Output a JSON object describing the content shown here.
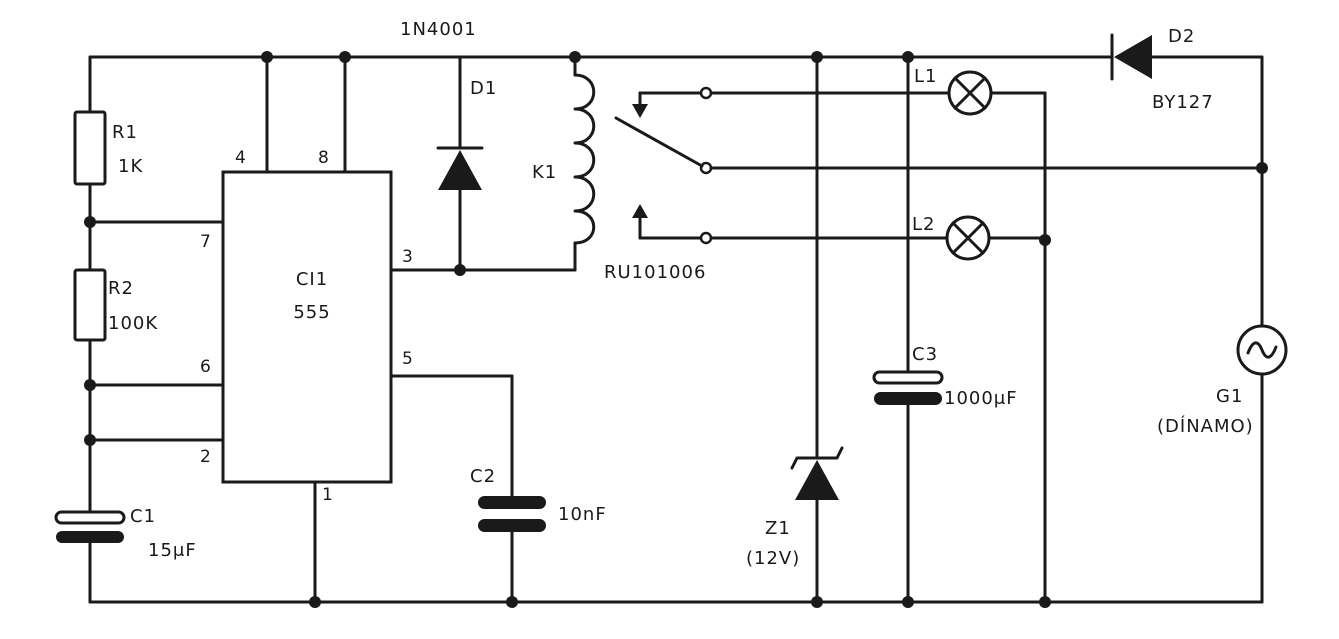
{
  "components": {
    "r1": {
      "ref": "R1",
      "value": "1K"
    },
    "r2": {
      "ref": "R2",
      "value": "100K"
    },
    "c1": {
      "ref": "C1",
      "value": "15μF"
    },
    "c2": {
      "ref": "C2",
      "value": "10nF"
    },
    "c3": {
      "ref": "C3",
      "value": "1000μF"
    },
    "ic1": {
      "ref": "CI1",
      "part": "555",
      "pins": {
        "p1": "1",
        "p2": "2",
        "p3": "3",
        "p4": "4",
        "p5": "5",
        "p6": "6",
        "p7": "7",
        "p8": "8"
      }
    },
    "d1": {
      "ref": "D1",
      "part": "1N4001"
    },
    "d2": {
      "ref": "D2",
      "part": "BY127"
    },
    "k1": {
      "ref": "K1",
      "part": "RU101006"
    },
    "z1": {
      "ref": "Z1",
      "value": "(12V)"
    },
    "l1": {
      "ref": "L1"
    },
    "l2": {
      "ref": "L2"
    },
    "g1": {
      "ref": "G1",
      "value": "(DÍNAMO)"
    }
  },
  "colors": {
    "ink": "#1a1a1a",
    "paper": "#ffffff"
  }
}
